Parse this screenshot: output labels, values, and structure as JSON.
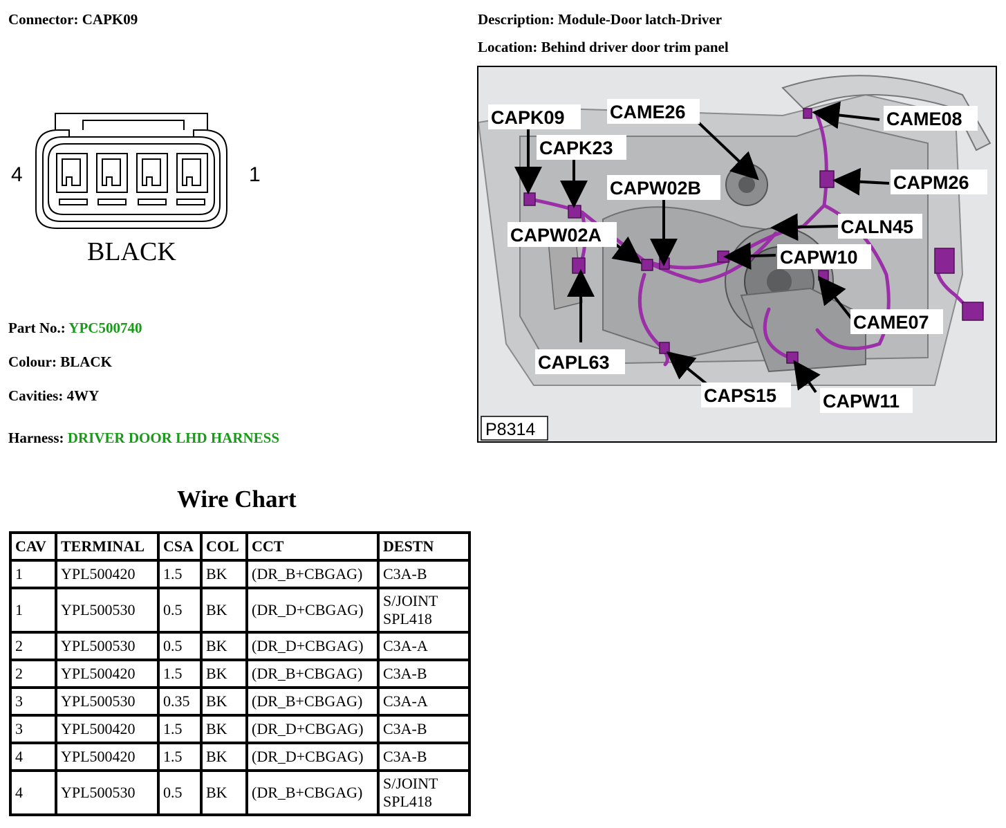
{
  "header": {
    "connector_label": "Connector:",
    "connector_value": "CAPK09",
    "description_label": "Description:",
    "description_value": "Module-Door latch-Driver",
    "location_label": "Location:",
    "location_value": "Behind driver door trim panel"
  },
  "connector_drawing": {
    "pin_left": "4",
    "pin_right": "1",
    "color_text": "BLACK"
  },
  "details": {
    "part_no_label": "Part No.:",
    "part_no_value": "YPC500740",
    "colour_label": "Colour:",
    "colour_value": "BLACK",
    "cavities_label": "Cavities:",
    "cavities_value": "4WY",
    "harness_label": "Harness:",
    "harness_value": "DRIVER DOOR LHD HARNESS",
    "link_color": "#1a9a1a"
  },
  "wire_chart": {
    "title": "Wire Chart",
    "headers": [
      "CAV",
      "TERMINAL",
      "CSA",
      "COL",
      "CCT",
      "DESTN"
    ],
    "rows": [
      [
        "1",
        "YPL500420",
        "1.5",
        "BK",
        "(DR_B+CBGAG)",
        "C3A-B"
      ],
      [
        "1",
        "YPL500530",
        "0.5",
        "BK",
        "(DR_D+CBGAG)",
        "S/JOINT SPL418"
      ],
      [
        "2",
        "YPL500530",
        "0.5",
        "BK",
        "(DR_D+CBGAG)",
        "C3A-A"
      ],
      [
        "2",
        "YPL500420",
        "1.5",
        "BK",
        "(DR_B+CBGAG)",
        "C3A-B"
      ],
      [
        "3",
        "YPL500530",
        "0.35",
        "BK",
        "(DR_B+CBGAG)",
        "C3A-A"
      ],
      [
        "3",
        "YPL500420",
        "1.5",
        "BK",
        "(DR_D+CBGAG)",
        "C3A-B"
      ],
      [
        "4",
        "YPL500420",
        "1.5",
        "BK",
        "(DR_D+CBGAG)",
        "C3A-B"
      ],
      [
        "4",
        "YPL500530",
        "0.5",
        "BK",
        "(DR_B+CBGAG)",
        "S/JOINT SPL418"
      ]
    ]
  },
  "figure": {
    "figure_id": "P8314",
    "harness_color": "#9b2fa8",
    "callouts": [
      "CAPK09",
      "CAPK23",
      "CAME26",
      "CAME08",
      "CAPM26",
      "CAPW02B",
      "CALN45",
      "CAPW02A",
      "CAPW10",
      "CAME07",
      "CAPL63",
      "CAPS15",
      "CAPW11"
    ]
  }
}
